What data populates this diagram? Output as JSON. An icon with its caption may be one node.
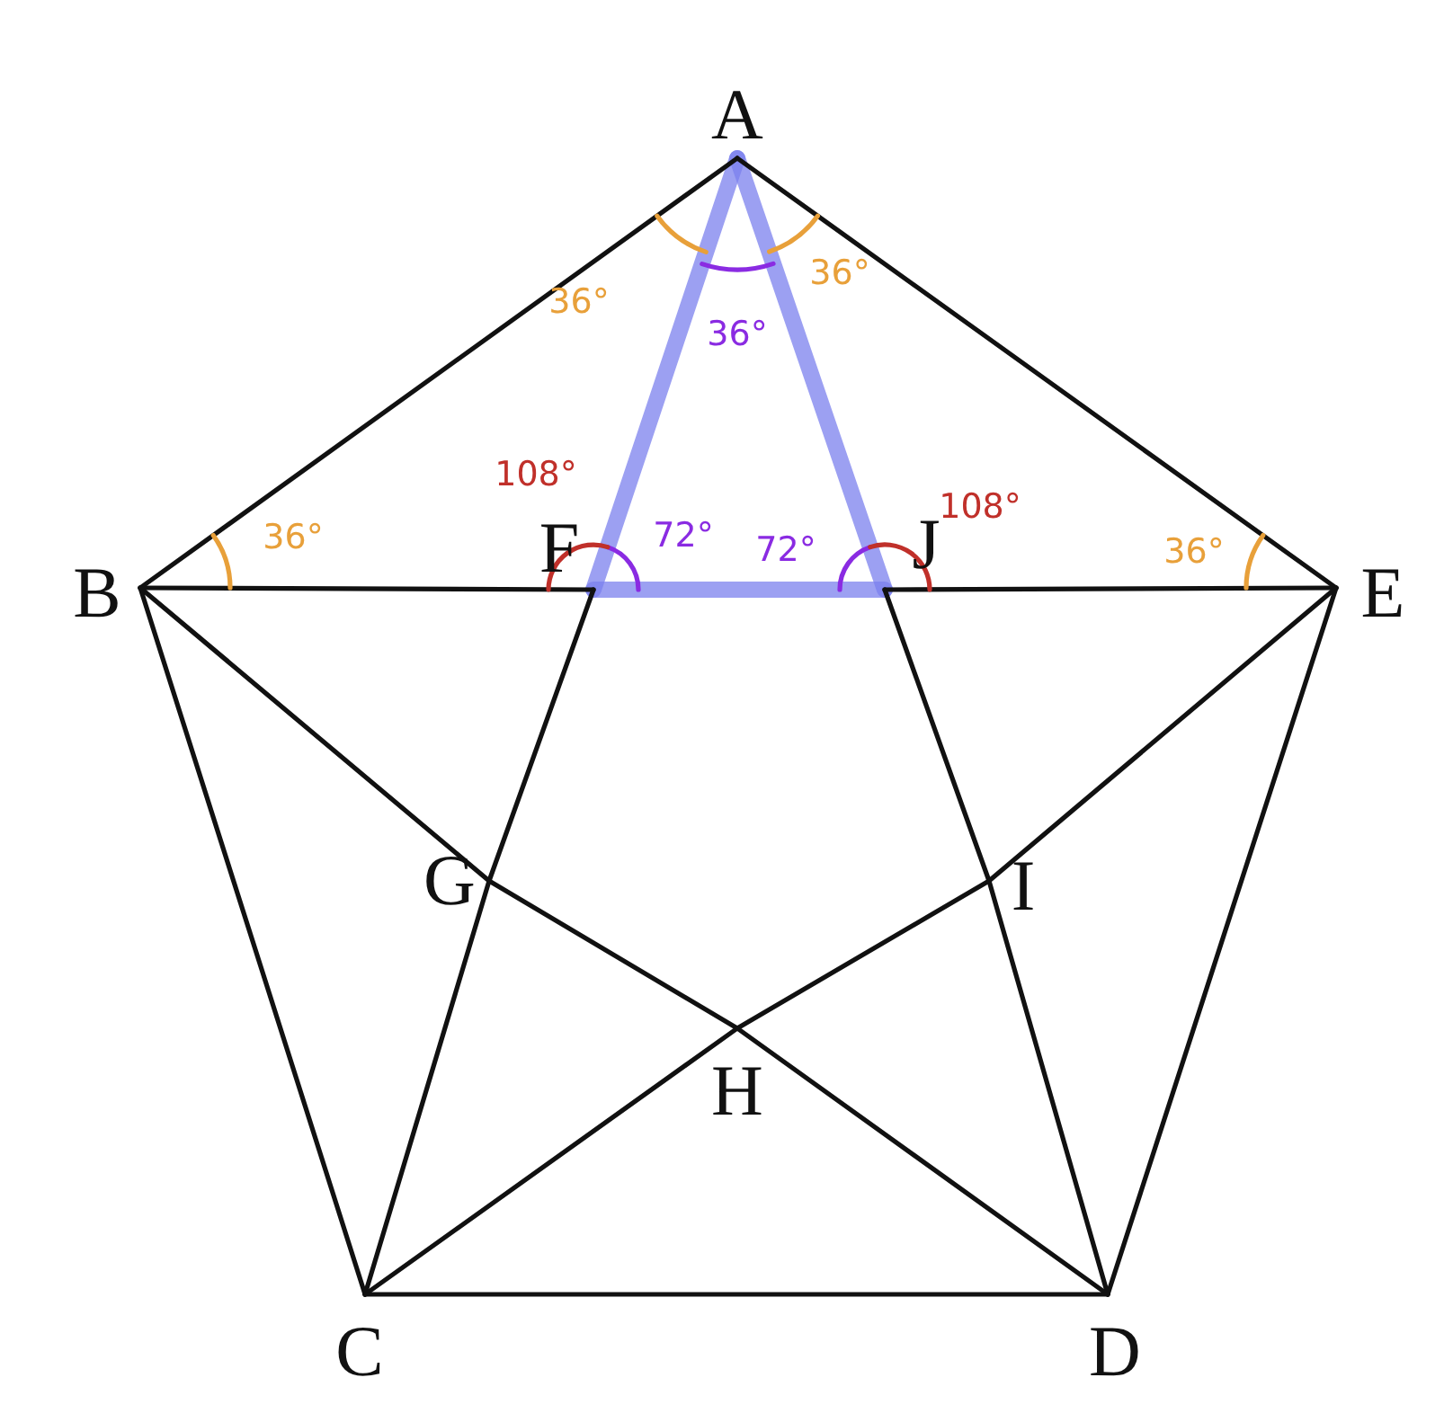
{
  "diagram": {
    "nodes": [
      {
        "text": [
          "A"
        ]
      },
      {
        "text": [
          "B"
        ]
      },
      {
        "text": [
          "F"
        ]
      },
      {
        "text": [
          "J"
        ]
      },
      {
        "text": [
          "E"
        ]
      },
      {
        "text": [
          "G"
        ]
      },
      {
        "text": [
          "I"
        ]
      },
      {
        "text": [
          "H"
        ]
      },
      {
        "text": [
          "C"
        ]
      },
      {
        "text": [
          "D"
        ]
      }
    ],
    "edges": [
      {
        "from": 0,
        "to": 1,
        "arrow": "none"
      },
      {
        "from": 0,
        "to": 4,
        "arrow": "none"
      },
      {
        "from": 0,
        "to": 2,
        "arrow": "none",
        "style": "thick",
        "color": "#7b80ee"
      },
      {
        "from": 0,
        "to": 3,
        "arrow": "none",
        "style": "thick",
        "color": "#7b80ee"
      },
      {
        "from": 2,
        "to": 3,
        "arrow": "none",
        "style": "thick",
        "color": "#7b80ee"
      },
      {
        "from": 1,
        "to": 2,
        "arrow": "none"
      },
      {
        "from": 3,
        "to": 4,
        "arrow": "none"
      },
      {
        "from": 1,
        "to": 8,
        "arrow": "none"
      },
      {
        "from": 1,
        "to": 5,
        "arrow": "none"
      },
      {
        "from": 2,
        "to": 5,
        "arrow": "none"
      },
      {
        "from": 3,
        "to": 6,
        "arrow": "none"
      },
      {
        "from": 4,
        "to": 6,
        "arrow": "none"
      },
      {
        "from": 4,
        "to": 9,
        "arrow": "none"
      },
      {
        "from": 5,
        "to": 8,
        "arrow": "none"
      },
      {
        "from": 5,
        "to": 7,
        "arrow": "none"
      },
      {
        "from": 6,
        "to": 7,
        "arrow": "none"
      },
      {
        "from": 6,
        "to": 9,
        "arrow": "none"
      },
      {
        "from": 7,
        "to": 8,
        "arrow": "none"
      },
      {
        "from": 7,
        "to": 9,
        "arrow": "none"
      },
      {
        "from": 8,
        "to": 9,
        "arrow": "none"
      }
    ],
    "labels": [
      "36°",
      "36°",
      "36°",
      "108°",
      "108°",
      "36°",
      "72°",
      "72°",
      "36°"
    ]
  }
}
